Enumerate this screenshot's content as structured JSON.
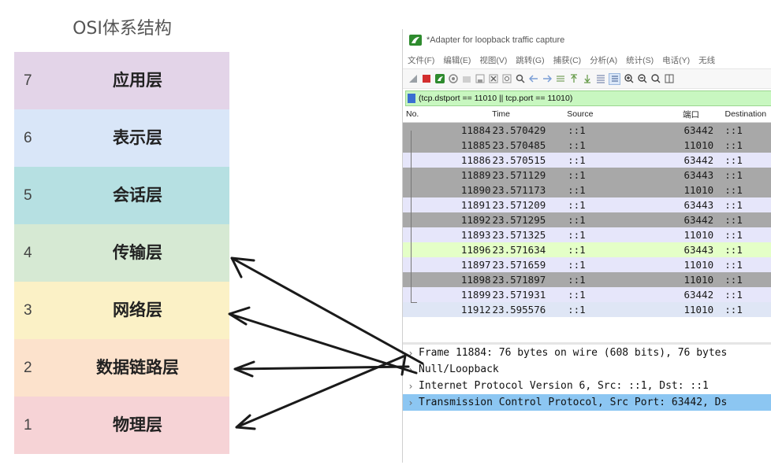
{
  "osi": {
    "title": "OSI体系结构",
    "layers": [
      {
        "num": "7",
        "name": "应用层",
        "color": "#e3d4e8"
      },
      {
        "num": "6",
        "name": "表示层",
        "color": "#d9e6f8"
      },
      {
        "num": "5",
        "name": "会话层",
        "color": "#b6e0e2"
      },
      {
        "num": "4",
        "name": "传输层",
        "color": "#d6e9d3"
      },
      {
        "num": "3",
        "name": "网络层",
        "color": "#fbf1c6"
      },
      {
        "num": "2",
        "name": "数据链路层",
        "color": "#fce2cc"
      },
      {
        "num": "1",
        "name": "物理层",
        "color": "#f6d3d6"
      }
    ]
  },
  "wireshark": {
    "title": "*Adapter for loopback traffic capture",
    "menu": [
      "文件(F)",
      "编辑(E)",
      "视图(V)",
      "跳转(G)",
      "捕获(C)",
      "分析(A)",
      "统计(S)",
      "电话(Y)",
      "无线"
    ],
    "filter": "(tcp.dstport == 11010 || tcp.port == 11010)",
    "columns": {
      "no": "No.",
      "time": "Time",
      "source": "Source",
      "port": "端口",
      "destination": "Destination"
    },
    "packets": [
      {
        "no": "11884",
        "time": "23.570429",
        "source": "::1",
        "port": "63442",
        "destination": "::1",
        "color": "#a8a8a8"
      },
      {
        "no": "11885",
        "time": "23.570485",
        "source": "::1",
        "port": "11010",
        "destination": "::1",
        "color": "#a8a8a8"
      },
      {
        "no": "11886",
        "time": "23.570515",
        "source": "::1",
        "port": "63442",
        "destination": "::1",
        "color": "#e6e6fa"
      },
      {
        "no": "11889",
        "time": "23.571129",
        "source": "::1",
        "port": "63443",
        "destination": "::1",
        "color": "#a8a8a8"
      },
      {
        "no": "11890",
        "time": "23.571173",
        "source": "::1",
        "port": "11010",
        "destination": "::1",
        "color": "#a8a8a8"
      },
      {
        "no": "11891",
        "time": "23.571209",
        "source": "::1",
        "port": "63443",
        "destination": "::1",
        "color": "#e6e6fa"
      },
      {
        "no": "11892",
        "time": "23.571295",
        "source": "::1",
        "port": "63442",
        "destination": "::1",
        "color": "#a8a8a8"
      },
      {
        "no": "11893",
        "time": "23.571325",
        "source": "::1",
        "port": "11010",
        "destination": "::1",
        "color": "#e6e6fa"
      },
      {
        "no": "11896",
        "time": "23.571634",
        "source": "::1",
        "port": "63443",
        "destination": "::1",
        "color": "#e4ffc7"
      },
      {
        "no": "11897",
        "time": "23.571659",
        "source": "::1",
        "port": "11010",
        "destination": "::1",
        "color": "#e6e6fa"
      },
      {
        "no": "11898",
        "time": "23.571897",
        "source": "::1",
        "port": "11010",
        "destination": "::1",
        "color": "#a8a8a8"
      },
      {
        "no": "11899",
        "time": "23.571931",
        "source": "::1",
        "port": "63442",
        "destination": "::1",
        "color": "#e6e6fa"
      },
      {
        "no": "11912",
        "time": "23.595576",
        "source": "::1",
        "port": "11010",
        "destination": "::1",
        "color": "#dfe6f5"
      }
    ],
    "details": [
      "Frame 11884: 76 bytes on wire (608 bits), 76 bytes",
      "Null/Loopback",
      "Internet Protocol Version 6, Src: ::1, Dst: ::1",
      "Transmission Control Protocol, Src Port: 63442, Ds"
    ]
  }
}
